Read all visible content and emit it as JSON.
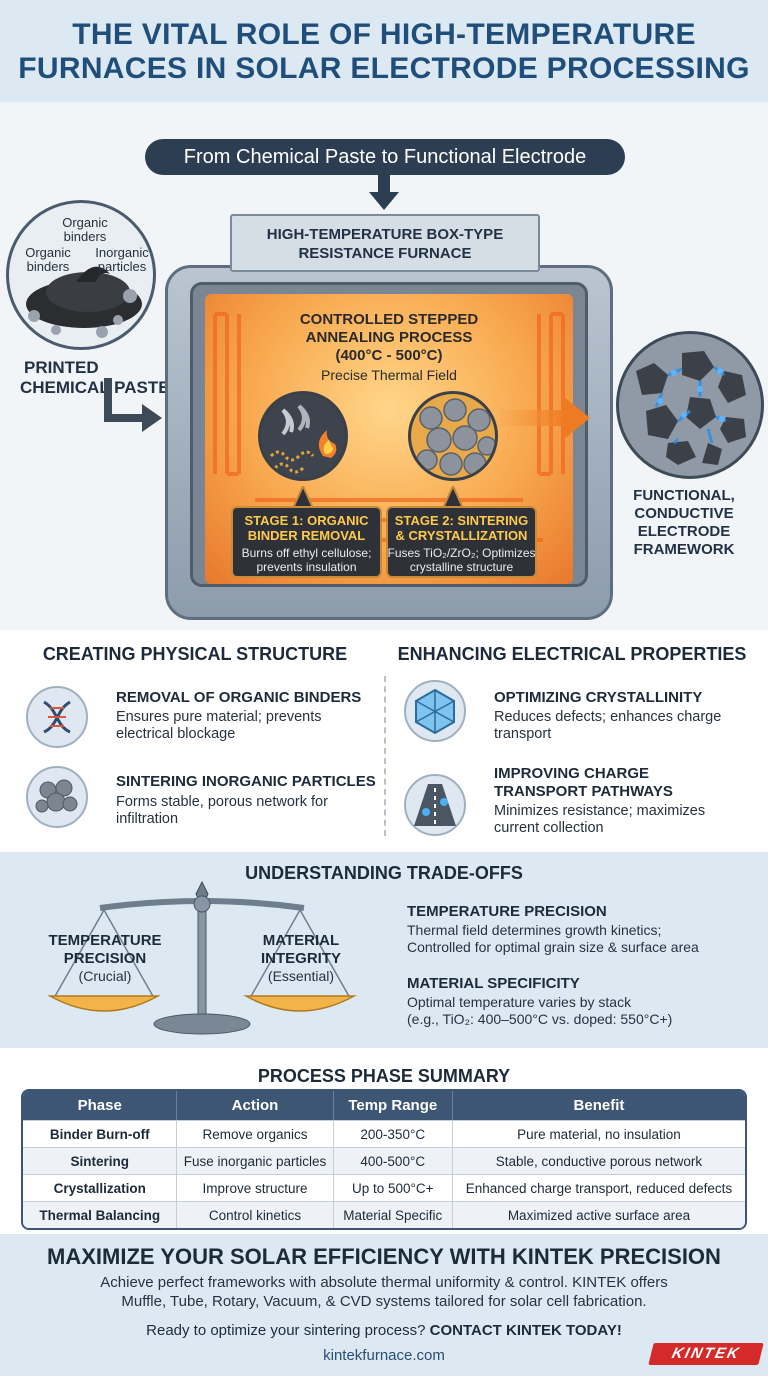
{
  "header": {
    "title_line1": "THE VITAL ROLE OF HIGH-TEMPERATURE",
    "title_line2": "FURNACES IN SOLAR ELECTRODE PROCESSING"
  },
  "flow": {
    "banner": "From Chemical Paste to Functional Electrode",
    "paste_labels": [
      "Organic binders",
      "Organic binders",
      "Inorganic particles"
    ],
    "paste_title_line1": "PRINTED",
    "paste_title_line2": "CHEMICAL PASTE",
    "furnace_title_line1": "HIGH-TEMPERATURE BOX-TYPE",
    "furnace_title_line2": "RESISTANCE FURNACE",
    "chamber_title_line1": "CONTROLLED STEPPED",
    "chamber_title_line2": "ANNEALING PROCESS",
    "chamber_title_line3": "(400°C - 500°C)",
    "chamber_sub": "Precise Thermal Field",
    "stage1_title_line1": "STAGE 1: ORGANIC",
    "stage1_title_line2": "BINDER REMOVAL",
    "stage1_desc_line1": "Burns off ethyl cellulose;",
    "stage1_desc_line2": "prevents insulation",
    "stage2_title_line1": "STAGE 2: SINTERING",
    "stage2_title_line2": "& CRYSTALLIZATION",
    "stage2_desc_line1": "Fuses TiO₂/ZrO₂; Optimizes",
    "stage2_desc_line2": "crystalline structure",
    "output_line1": "FUNCTIONAL,",
    "output_line2": "CONDUCTIVE",
    "output_line3": "ELECTRODE",
    "output_line4": "FRAMEWORK"
  },
  "mechanisms": {
    "left_heading": "CREATING PHYSICAL STRUCTURE",
    "right_heading": "ENHANCING ELECTRICAL PROPERTIES",
    "left_items": [
      {
        "icon": "dna-icon",
        "title": "REMOVAL OF ORGANIC BINDERS",
        "desc_line1": "Ensures pure material; prevents",
        "desc_line2": "electrical blockage"
      },
      {
        "icon": "particles-icon",
        "title": "SINTERING INORGANIC PARTICLES",
        "desc_line1": "Forms stable, porous network for",
        "desc_line2": "infiltration"
      }
    ],
    "right_items": [
      {
        "icon": "crystal-icon",
        "title_line1": "OPTIMIZING CRYSTALLINITY",
        "title_line2": "",
        "desc_line1": "Reduces defects; enhances charge",
        "desc_line2": "transport"
      },
      {
        "icon": "road-icon",
        "title_line1": "IMPROVING CHARGE",
        "title_line2": "TRANSPORT PATHWAYS",
        "desc_line1": "Minimizes resistance; maximizes",
        "desc_line2": "current collection"
      }
    ]
  },
  "tradeoffs": {
    "heading": "UNDERSTANDING TRADE-OFFS",
    "left_label_line1": "TEMPERATURE",
    "left_label_line2": "PRECISION",
    "left_label_sub": "(Crucial)",
    "right_label_line1": "MATERIAL",
    "right_label_line2": "INTEGRITY",
    "right_label_sub": "(Essential)",
    "points": [
      {
        "title": "TEMPERATURE PRECISION",
        "desc_line1": "Thermal field determines growth kinetics;",
        "desc_line2": "Controlled for optimal grain size & surface area"
      },
      {
        "title": "MATERIAL SPECIFICITY",
        "desc_line1": "Optimal temperature varies by stack",
        "desc_line2": "(e.g., TiO₂: 400–500°C vs. doped: 550°C+)"
      }
    ]
  },
  "summary": {
    "heading": "PROCESS PHASE SUMMARY",
    "columns": [
      "Phase",
      "Action",
      "Temp Range",
      "Benefit"
    ],
    "rows": [
      [
        "Binder Burn-off",
        "Remove organics",
        "200-350°C",
        "Pure material, no insulation"
      ],
      [
        "Sintering",
        "Fuse inorganic particles",
        "400-500°C",
        "Stable, conductive porous network"
      ],
      [
        "Crystallization",
        "Improve structure",
        "Up to 500°C+",
        "Enhanced charge transport, reduced defects"
      ],
      [
        "Thermal Balancing",
        "Control kinetics",
        "Material Specific",
        "Maximized active surface area"
      ]
    ]
  },
  "footer": {
    "title": "MAXIMIZE YOUR SOLAR EFFICIENCY WITH KINTEK PRECISION",
    "desc_line1": "Achieve perfect frameworks with absolute thermal uniformity & control. KINTEK offers",
    "desc_line2": "Muffle, Tube, Rotary, Vacuum, & CVD systems tailored for solar cell fabrication.",
    "cta_prefix": "Ready to optimize your sintering process?",
    "cta_strong": "CONTACT KINTEK TODAY!",
    "website": "kintekfurnace.com",
    "logo": "KINTEK"
  },
  "colors": {
    "title_blue": "#1f4e7a",
    "banner_dark": "#2d3d52",
    "chamber_orange": "#f8a84e",
    "stage_gold": "#ffc94a",
    "table_header": "#3c5674",
    "logo_red": "#d42a2a"
  }
}
